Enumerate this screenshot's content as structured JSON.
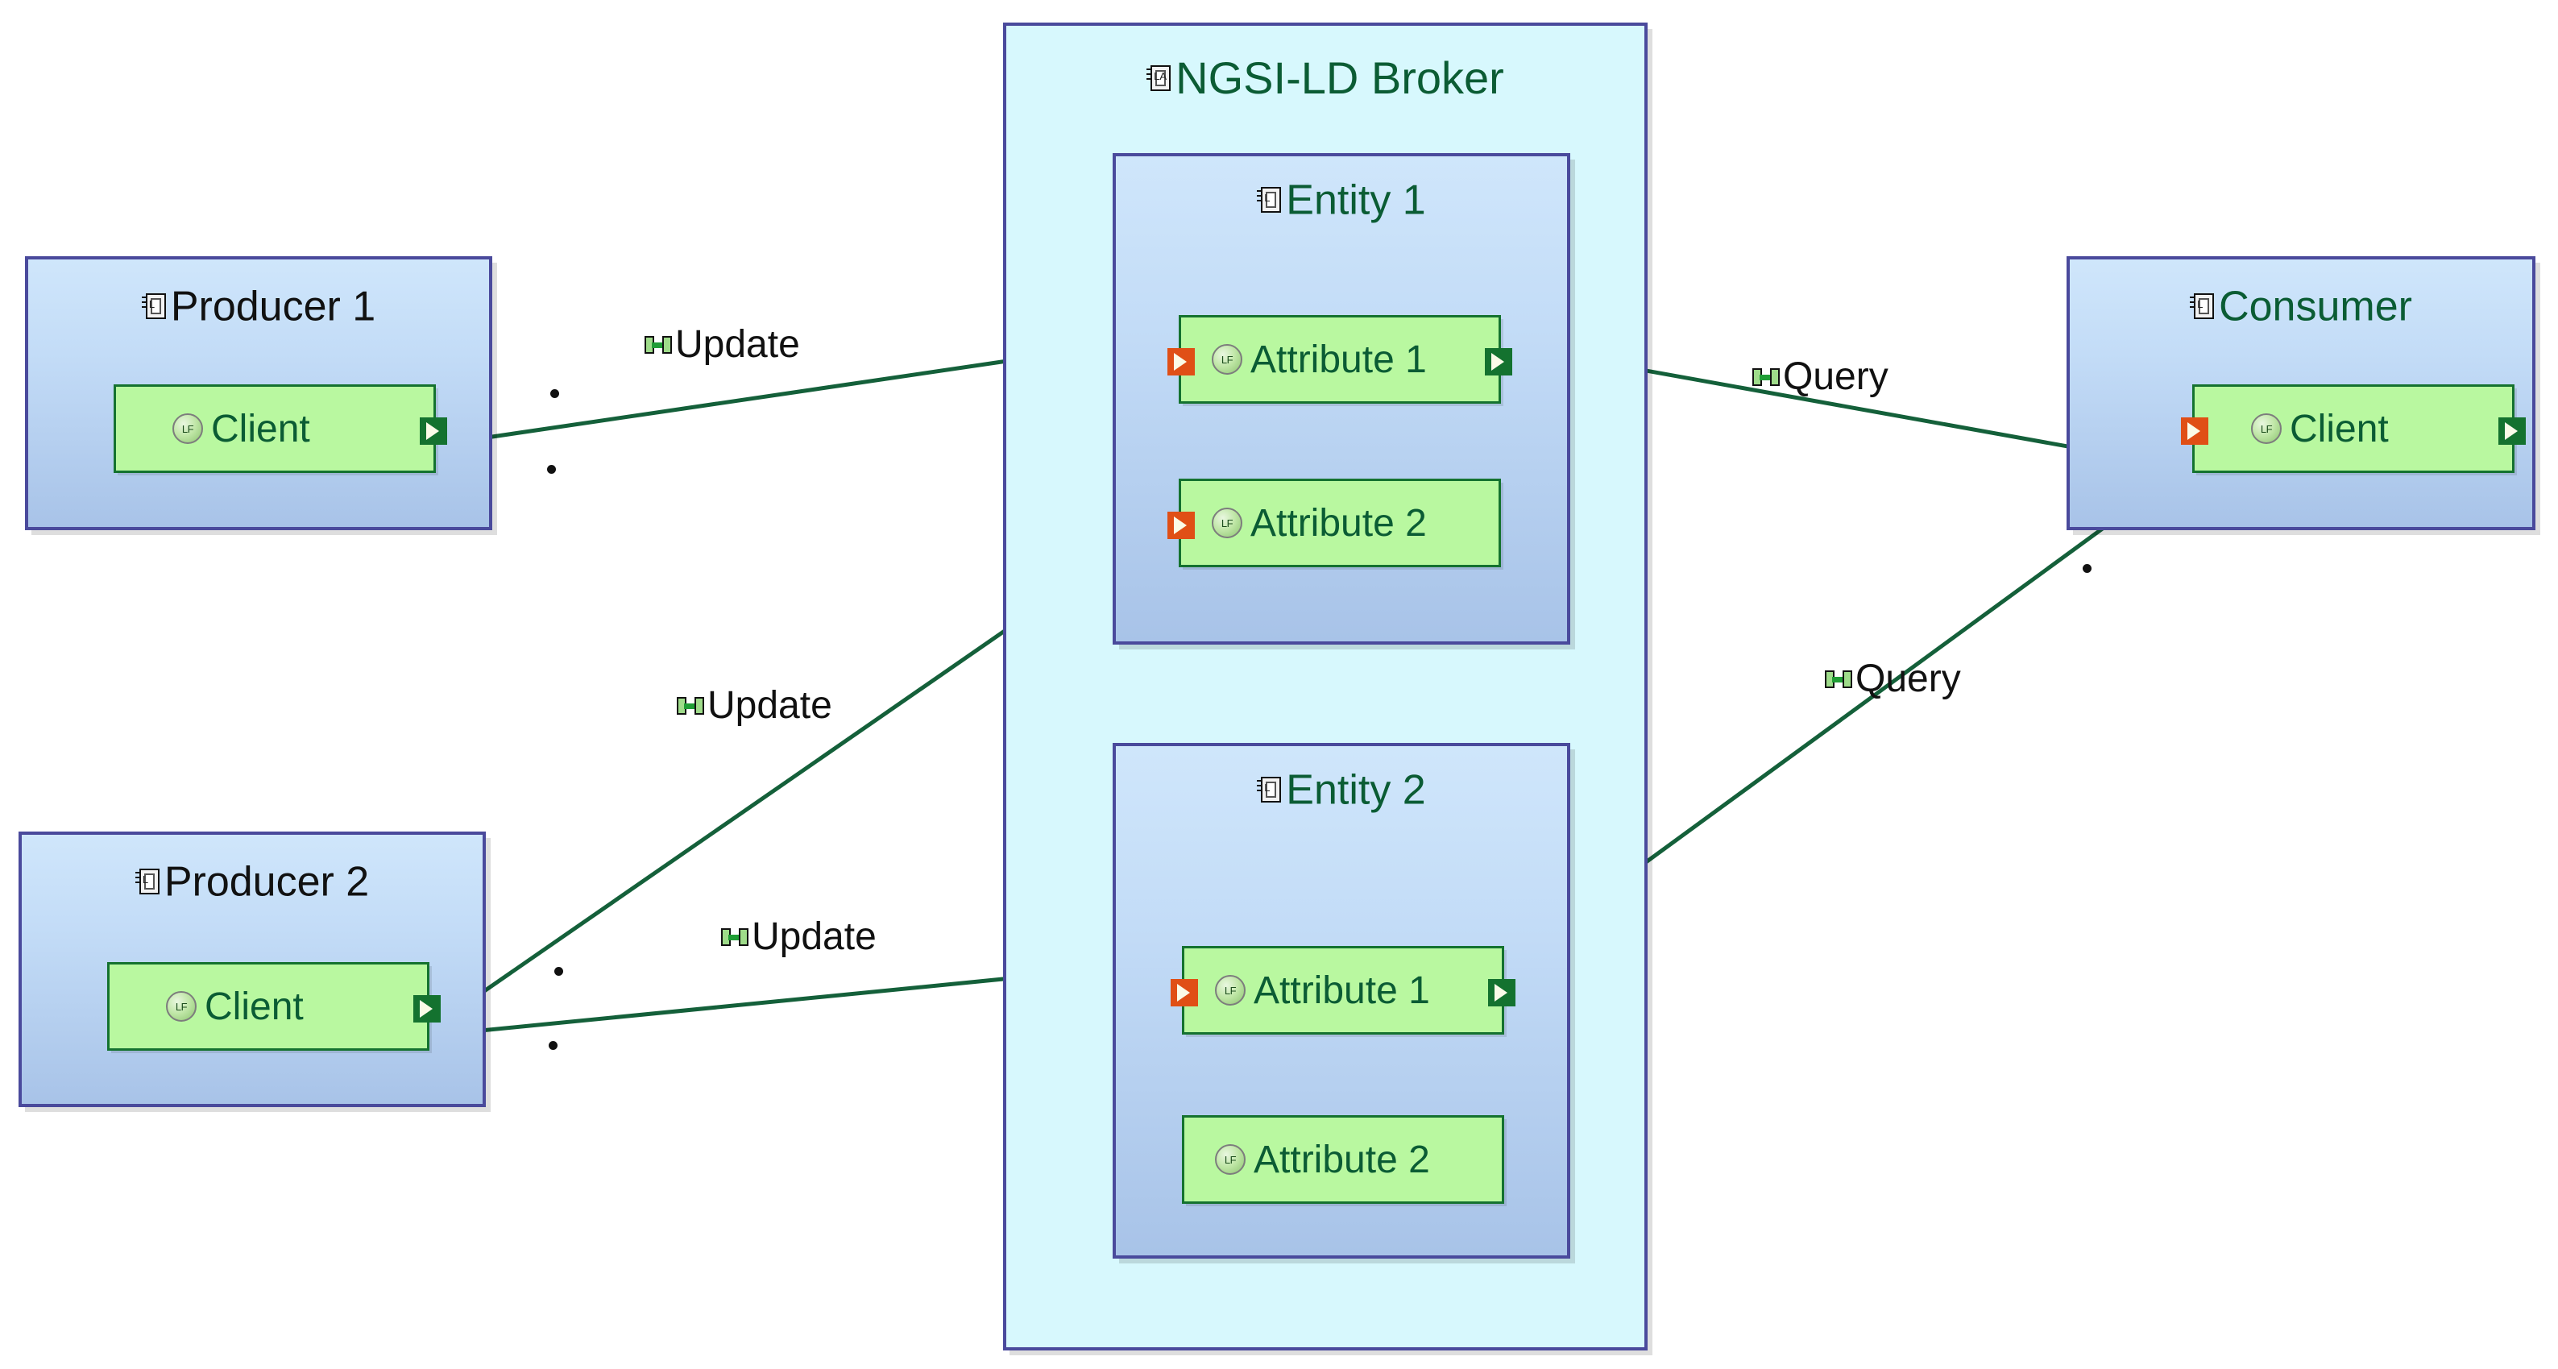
{
  "diagram": {
    "type": "uml-component-diagram",
    "background": "#ffffff",
    "colors": {
      "package_border": "#4a4a9c",
      "package_blue_fill": "#c3dcf7",
      "broker_fill": "#d7f8fd",
      "part_fill": "#b9f8a0",
      "part_border": "#14722f",
      "port_provided": "#14722f",
      "port_required": "#e04f16",
      "link_stroke": "#14603a",
      "title_green": "#0b5c34",
      "title_black": "#111111"
    }
  },
  "broker": {
    "title": "NGSI-LD Broker",
    "icon": "package-la-icon",
    "entities": [
      {
        "title": "Entity 1",
        "icon": "package-l-icon",
        "attributes": [
          {
            "label": "Attribute 1",
            "icon": "lf-sphere-icon",
            "left_port": "required-port",
            "right_port": "provided-port"
          },
          {
            "label": "Attribute 2",
            "icon": "lf-sphere-icon",
            "left_port": "required-port",
            "right_port": null
          }
        ]
      },
      {
        "title": "Entity 2",
        "icon": "package-l-icon",
        "attributes": [
          {
            "label": "Attribute 1",
            "icon": "lf-sphere-icon",
            "left_port": "required-port",
            "right_port": "provided-port"
          },
          {
            "label": "Attribute 2",
            "icon": "lf-sphere-icon",
            "left_port": null,
            "right_port": null
          }
        ]
      }
    ]
  },
  "producers": [
    {
      "title": "Producer 1",
      "icon": "package-l-icon",
      "client": {
        "label": "Client",
        "icon": "lf-sphere-icon",
        "right_port": "provided-port"
      }
    },
    {
      "title": "Producer 2",
      "icon": "package-l-icon",
      "client": {
        "label": "Client",
        "icon": "lf-sphere-icon",
        "right_port": "provided-port"
      }
    }
  ],
  "consumer": {
    "title": "Consumer",
    "icon": "package-l-icon",
    "client": {
      "label": "Client",
      "icon": "lf-sphere-icon",
      "left_port": "required-port",
      "right_port": "provided-port"
    }
  },
  "links": [
    {
      "label": "Update",
      "icon": "assembly-connector-icon",
      "from": "producer-1-client",
      "to": "entity-1-attribute-1"
    },
    {
      "label": "Update",
      "icon": "assembly-connector-icon",
      "from": "producer-2-client",
      "to": "entity-1-attribute-2"
    },
    {
      "label": "Update",
      "icon": "assembly-connector-icon",
      "from": "producer-2-client",
      "to": "entity-2-attribute-1"
    },
    {
      "label": "Query",
      "icon": "assembly-connector-icon",
      "from": "entity-1-attribute-1",
      "to": "consumer-client"
    },
    {
      "label": "Query",
      "icon": "assembly-connector-icon",
      "from": "entity-2-attribute-1",
      "to": "consumer-client"
    }
  ]
}
